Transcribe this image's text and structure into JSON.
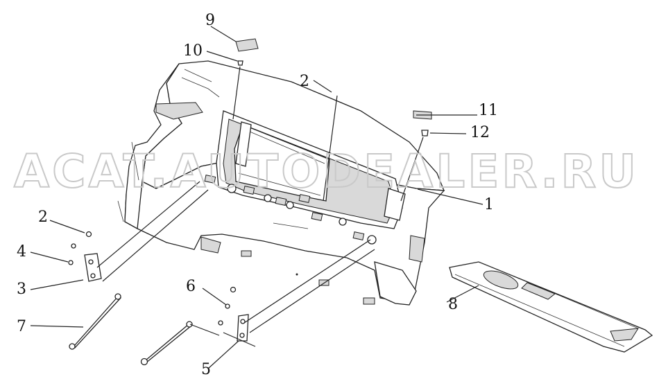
{
  "watermark": {
    "text": "ACAT.AUTODEALER.RU"
  },
  "callouts": [
    {
      "id": "1",
      "label": "1"
    },
    {
      "id": "2a",
      "label": "2"
    },
    {
      "id": "2b",
      "label": "2"
    },
    {
      "id": "3",
      "label": "3"
    },
    {
      "id": "4",
      "label": "4"
    },
    {
      "id": "5",
      "label": "5"
    },
    {
      "id": "6",
      "label": "6"
    },
    {
      "id": "7",
      "label": "7"
    },
    {
      "id": "8",
      "label": "8"
    },
    {
      "id": "9",
      "label": "9"
    },
    {
      "id": "10",
      "label": "10"
    },
    {
      "id": "11",
      "label": "11"
    },
    {
      "id": "12",
      "label": "12"
    }
  ]
}
